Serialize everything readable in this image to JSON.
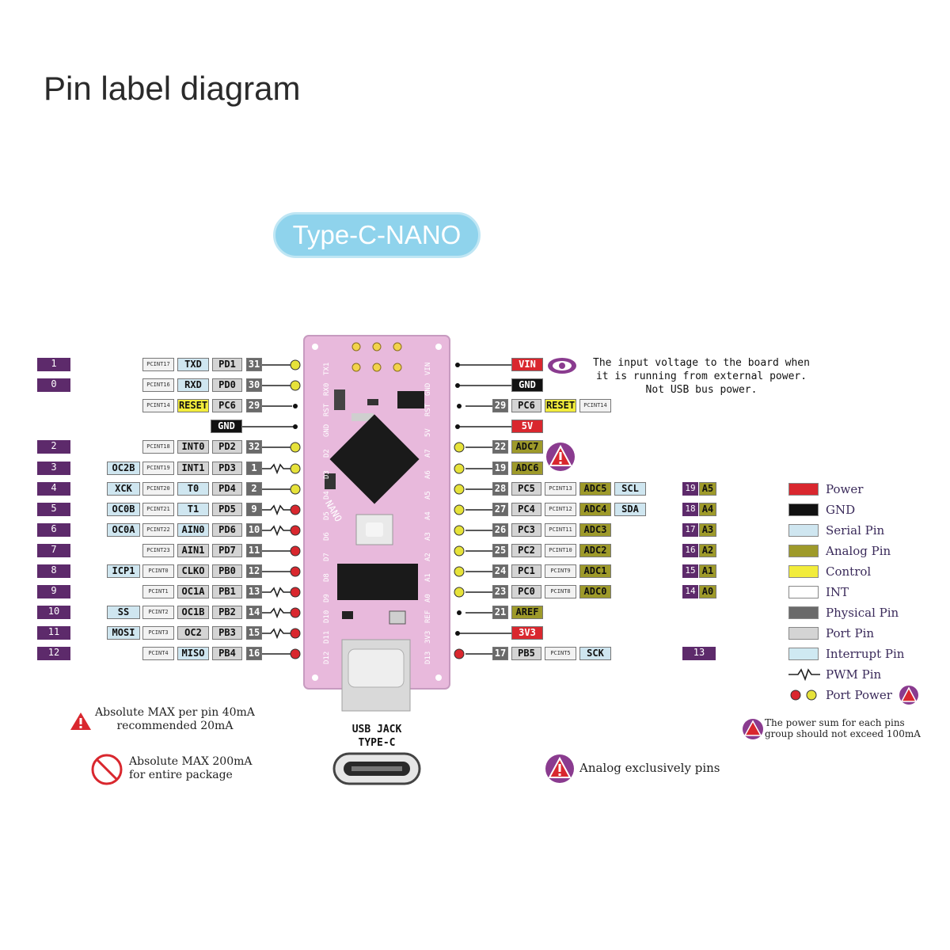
{
  "title": "Pin label diagram",
  "board_name": "Type-C-NANO",
  "left_pins": [
    {
      "digital": "1",
      "pcint": "PCINT17",
      "func": "TXD",
      "ftype": "ser",
      "port": "PD1",
      "phys": "31",
      "dot": "yellow"
    },
    {
      "digital": "0",
      "pcint": "PCINT16",
      "func": "RXD",
      "ftype": "ser",
      "port": "PD0",
      "phys": "30",
      "dot": "yellow"
    },
    {
      "pcint": "PCINT14",
      "func": "RESET",
      "ftype": "ctrl",
      "port": "PC6",
      "phys": "29",
      "dot": "none"
    },
    {
      "gnd": "GND",
      "dot": "none"
    },
    {
      "digital": "2",
      "pcint": "PCINT18",
      "func": "INT0",
      "ftype": "port",
      "port": "PD2",
      "phys": "32",
      "dot": "yellow"
    },
    {
      "digital": "3",
      "extra": "OC2B",
      "pcint": "PCINT19",
      "func": "INT1",
      "ftype": "port",
      "port": "PD3",
      "phys": "1",
      "pwm": true,
      "dot": "yellow"
    },
    {
      "digital": "4",
      "extra": "XCK",
      "pcint": "PCINT20",
      "func": "T0",
      "ftype": "ser",
      "port": "PD4",
      "phys": "2",
      "dot": "yellow"
    },
    {
      "digital": "5",
      "extra": "OC0B",
      "pcint": "PCINT21",
      "func": "T1",
      "ftype": "ser",
      "port": "PD5",
      "phys": "9",
      "pwm": true,
      "dot": "red"
    },
    {
      "digital": "6",
      "extra": "OC0A",
      "pcint": "PCINT22",
      "func": "AIN0",
      "ftype": "ser",
      "port": "PD6",
      "phys": "10",
      "pwm": true,
      "dot": "red"
    },
    {
      "digital": "7",
      "pcint": "PCINT23",
      "func": "AIN1",
      "ftype": "port",
      "port": "PD7",
      "phys": "11",
      "dot": "red"
    },
    {
      "digital": "8",
      "extra": "ICP1",
      "pcint": "PCINT0",
      "func": "CLKO",
      "ftype": "port",
      "port": "PB0",
      "phys": "12",
      "dot": "red"
    },
    {
      "digital": "9",
      "pcint": "PCINT1",
      "func": "OC1A",
      "ftype": "port",
      "port": "PB1",
      "phys": "13",
      "pwm": true,
      "dot": "red"
    },
    {
      "digital": "10",
      "extra": "SS",
      "pcint": "PCINT2",
      "func": "OC1B",
      "ftype": "port",
      "port": "PB2",
      "phys": "14",
      "pwm": true,
      "dot": "red"
    },
    {
      "digital": "11",
      "extra": "MOSI",
      "pcint": "PCINT3",
      "func": "OC2",
      "ftype": "port",
      "port": "PB3",
      "phys": "15",
      "pwm": true,
      "dot": "red"
    },
    {
      "digital": "12",
      "pcint": "PCINT4",
      "func": "MISO",
      "ftype": "ser",
      "port": "PB4",
      "phys": "16",
      "dot": "red"
    }
  ],
  "right_pins": [
    {
      "power": "VIN",
      "ptype": "pwr",
      "dot": "none"
    },
    {
      "power": "GND",
      "ptype": "gnd",
      "dot": "none"
    },
    {
      "phys": "29",
      "port": "PC6",
      "func": "RESET",
      "ftype": "ctrl",
      "pcint": "PCINT14",
      "dot": "none"
    },
    {
      "power": "5V",
      "ptype": "pwr",
      "dot": "none"
    },
    {
      "phys": "22",
      "func": "ADC7",
      "ftype": "ana",
      "dot": "yellow"
    },
    {
      "phys": "19",
      "func": "ADC6",
      "ftype": "ana",
      "dot": "yellow"
    },
    {
      "phys": "28",
      "port": "PC5",
      "pcint": "PCINT13",
      "func": "ADC5",
      "ftype": "ana",
      "extra": "SCL",
      "analog_num": "19",
      "analog": "A5",
      "dot": "yellow"
    },
    {
      "phys": "27",
      "port": "PC4",
      "pcint": "PCINT12",
      "func": "ADC4",
      "ftype": "ana",
      "extra": "SDA",
      "analog_num": "18",
      "analog": "A4",
      "dot": "yellow"
    },
    {
      "phys": "26",
      "port": "PC3",
      "pcint": "PCINT11",
      "func": "ADC3",
      "ftype": "ana",
      "analog_num": "17",
      "analog": "A3",
      "dot": "yellow"
    },
    {
      "phys": "25",
      "port": "PC2",
      "pcint": "PCINT10",
      "func": "ADC2",
      "ftype": "ana",
      "analog_num": "16",
      "analog": "A2",
      "dot": "yellow"
    },
    {
      "phys": "24",
      "port": "PC1",
      "pcint": "PCINT9",
      "func": "ADC1",
      "ftype": "ana",
      "analog_num": "15",
      "analog": "A1",
      "dot": "yellow"
    },
    {
      "phys": "23",
      "port": "PC0",
      "pcint": "PCINT8",
      "func": "ADC0",
      "ftype": "ana",
      "analog_num": "14",
      "analog": "A0",
      "dot": "yellow"
    },
    {
      "phys": "21",
      "func": "AREF",
      "ftype": "ana",
      "dot": "none"
    },
    {
      "power": "3V3",
      "ptype": "pwr",
      "dot": "none"
    },
    {
      "phys": "17",
      "port": "PB5",
      "pcint": "PCINT5",
      "func": "SCK",
      "ftype": "ser",
      "digital": "13",
      "dot": "red"
    }
  ],
  "board_silk_left": [
    "TX1",
    "RX0",
    "RST",
    "GND",
    "D2",
    "D3",
    "D4",
    "D5",
    "D6",
    "D7",
    "D8",
    "D9",
    "D10",
    "D11",
    "D12"
  ],
  "board_silk_right": [
    "VIN",
    "GND",
    "RST",
    "5V",
    "A7",
    "A6",
    "A5",
    "A4",
    "A3",
    "A2",
    "A1",
    "A0",
    "REF",
    "3V3",
    "D13"
  ],
  "board_chip_text": "NANO",
  "vin_note": [
    "The input voltage to the board when",
    "it is running from external power.",
    "Not USB bus power."
  ],
  "legend": [
    {
      "label": "Power",
      "color": "#d9272e"
    },
    {
      "label": "GND",
      "color": "#111111"
    },
    {
      "label": "Serial Pin",
      "color": "#cfe6f0"
    },
    {
      "label": "Analog Pin",
      "color": "#9e9a2a"
    },
    {
      "label": "Control",
      "color": "#f2ec3b"
    },
    {
      "label": "INT",
      "color": "#ffffff"
    },
    {
      "label": "Physical Pin",
      "color": "#6a6a6a"
    },
    {
      "label": "Port Pin",
      "color": "#d4d4d4"
    },
    {
      "label": "Interrupt Pin",
      "color": "#cfe9f2"
    },
    {
      "label": "PWM Pin",
      "color": ""
    },
    {
      "label": "Port Power",
      "color": ""
    }
  ],
  "notes": {
    "max_per_pin": [
      "Absolute MAX per pin 40mA",
      "recommended 20mA"
    ],
    "max_package": [
      "Absolute MAX 200mA",
      "for entire package"
    ],
    "usb_jack": [
      "USB JACK",
      "TYPE-C"
    ],
    "analog_only": "Analog exclusively pins",
    "power_sum": [
      "The power sum for each pins",
      "group should not exceed 100mA"
    ]
  },
  "colors": {
    "purple": "#5d2a6b",
    "board": "#e8b9dc",
    "badge": "#8fd3ec"
  }
}
